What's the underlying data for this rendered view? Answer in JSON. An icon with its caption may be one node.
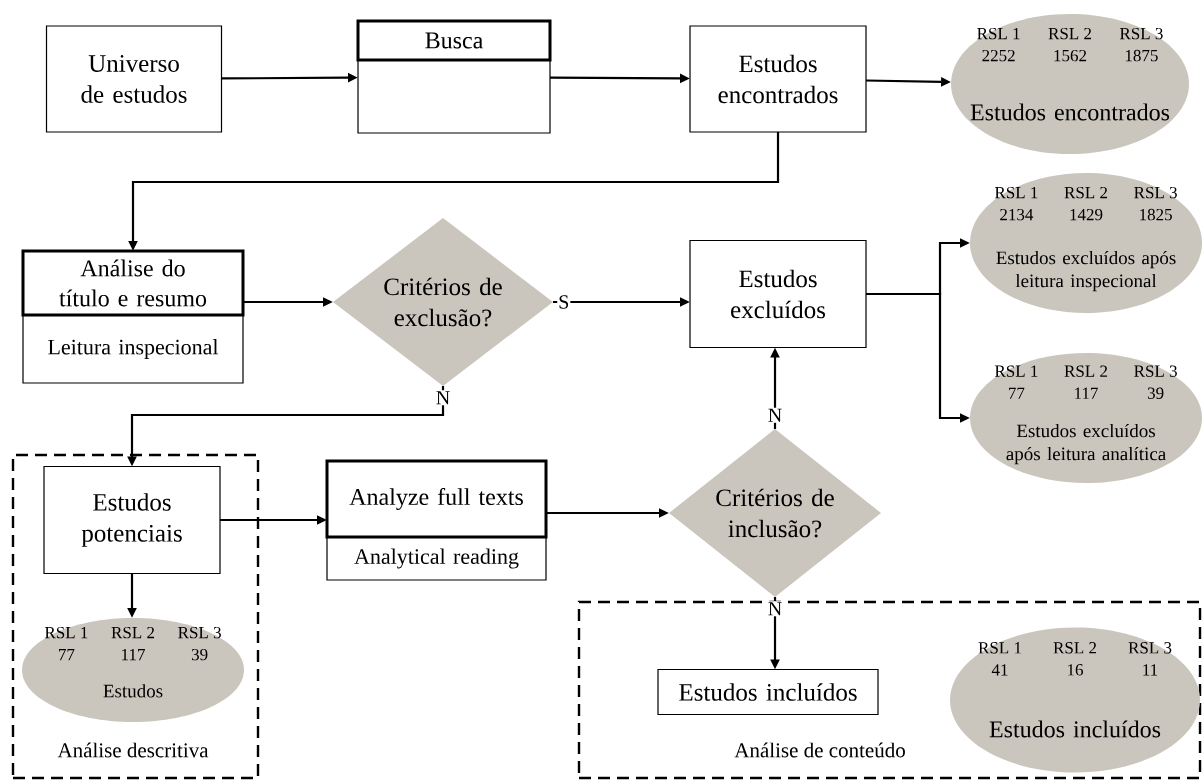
{
  "diagram": {
    "nodes": [
      {
        "text": [
          "Universo de estudos"
        ]
      },
      {
        "text": [
          "Busca"
        ]
      },
      {
        "text": [
          "Estudos encontrados"
        ]
      },
      {
        "text": [
          "RSL 1",
          "RSL 2",
          "RSL 3",
          "2252",
          "1562",
          "1875",
          "Estudos encontrados"
        ]
      },
      {
        "text": [
          "Análise do título e resumo",
          "Leitura inspecional"
        ]
      },
      {
        "text": [
          "Critérios de exclusão?"
        ]
      },
      {
        "text": [
          "Estudos excluídos"
        ]
      },
      {
        "text": [
          "RSL 1",
          "RSL 2",
          "RSL 3",
          "2134",
          "1429",
          "1825",
          "Estudos excluídos após leitura inspecional"
        ]
      },
      {
        "text": [
          "RSL 1",
          "RSL 2",
          "RSL 3",
          "77",
          "117",
          "39",
          "Estudos excluídos após leitura analítica"
        ]
      },
      {
        "text": [
          "Análise descritiva"
        ]
      },
      {
        "text": [
          "Estudos potenciais"
        ],
        "in": 9
      },
      {
        "text": [
          "RSL 1",
          "RSL 2",
          "RSL 3",
          "77",
          "117",
          "39",
          "Estudos"
        ],
        "in": 9
      },
      {
        "text": [
          "Analyze full texts",
          "Analytical reading"
        ]
      },
      {
        "text": [
          "Critérios de inclusão?"
        ]
      },
      {
        "text": [
          "Análise de conteúdo"
        ]
      },
      {
        "text": [
          "Estudos incluídos"
        ],
        "in": 14
      },
      {
        "text": [
          "RSL 1",
          "RSL 2",
          "RSL 3",
          "41",
          "16",
          "11",
          "Estudos incluídos"
        ],
        "in": 14
      }
    ],
    "edges": [
      {
        "from": 0,
        "to": 1,
        "arrow": "to"
      },
      {
        "from": 1,
        "to": 2,
        "arrow": "to"
      },
      {
        "from": 2,
        "to": 3,
        "arrow": "to"
      },
      {
        "from": 2,
        "to": 4,
        "arrow": "to"
      },
      {
        "from": 4,
        "to": 5,
        "arrow": "to"
      },
      {
        "from": 5,
        "to": 6,
        "arrow": "to",
        "label": "S"
      },
      {
        "from": 6,
        "to": 7,
        "arrow": "to"
      },
      {
        "from": 6,
        "to": 8,
        "arrow": "to"
      },
      {
        "from": 5,
        "to": 10,
        "arrow": "to",
        "label": "N"
      },
      {
        "from": 10,
        "to": 11,
        "arrow": "to"
      },
      {
        "from": 10,
        "to": 12,
        "arrow": "to"
      },
      {
        "from": 12,
        "to": 13,
        "arrow": "to"
      },
      {
        "from": 13,
        "to": 6,
        "arrow": "to",
        "label": "N"
      },
      {
        "from": 13,
        "to": 15,
        "arrow": "to",
        "label": "N"
      }
    ]
  }
}
